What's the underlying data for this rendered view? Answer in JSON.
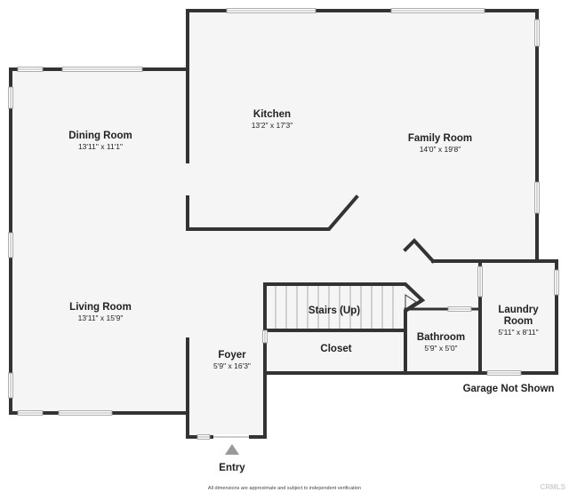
{
  "colors": {
    "wall": "#333333",
    "floor": "#f5f5f5",
    "window": "#ffffff",
    "window_line": "#9a9a9a",
    "stair_line": "#999999",
    "entry_marker": "#999999"
  },
  "rooms": {
    "kitchen": {
      "name": "Kitchen",
      "dims": "13'2\" x 17'3\""
    },
    "dining_room": {
      "name": "Dining Room",
      "dims": "13'11\" x 11'1\""
    },
    "family_room": {
      "name": "Family Room",
      "dims": "14'0\" x 19'8\""
    },
    "living_room": {
      "name": "Living Room",
      "dims": "13'11\" x 15'9\""
    },
    "stairs": {
      "name": "Stairs (Up)"
    },
    "closet": {
      "name": "Closet"
    },
    "foyer": {
      "name": "Foyer",
      "dims": "5'9\" x 16'3\""
    },
    "bathroom": {
      "name": "Bathroom",
      "dims": "5'9\" x 5'0\""
    },
    "laundry_room": {
      "name_line1": "Laundry",
      "name_line2": "Room",
      "dims": "5'11\" x 8'11\""
    }
  },
  "labels": {
    "garage": "Garage Not Shown",
    "entry": "Entry",
    "disclaimer": "All dimensions are approximate and subject to independent verification",
    "watermark": "CRMLS"
  }
}
